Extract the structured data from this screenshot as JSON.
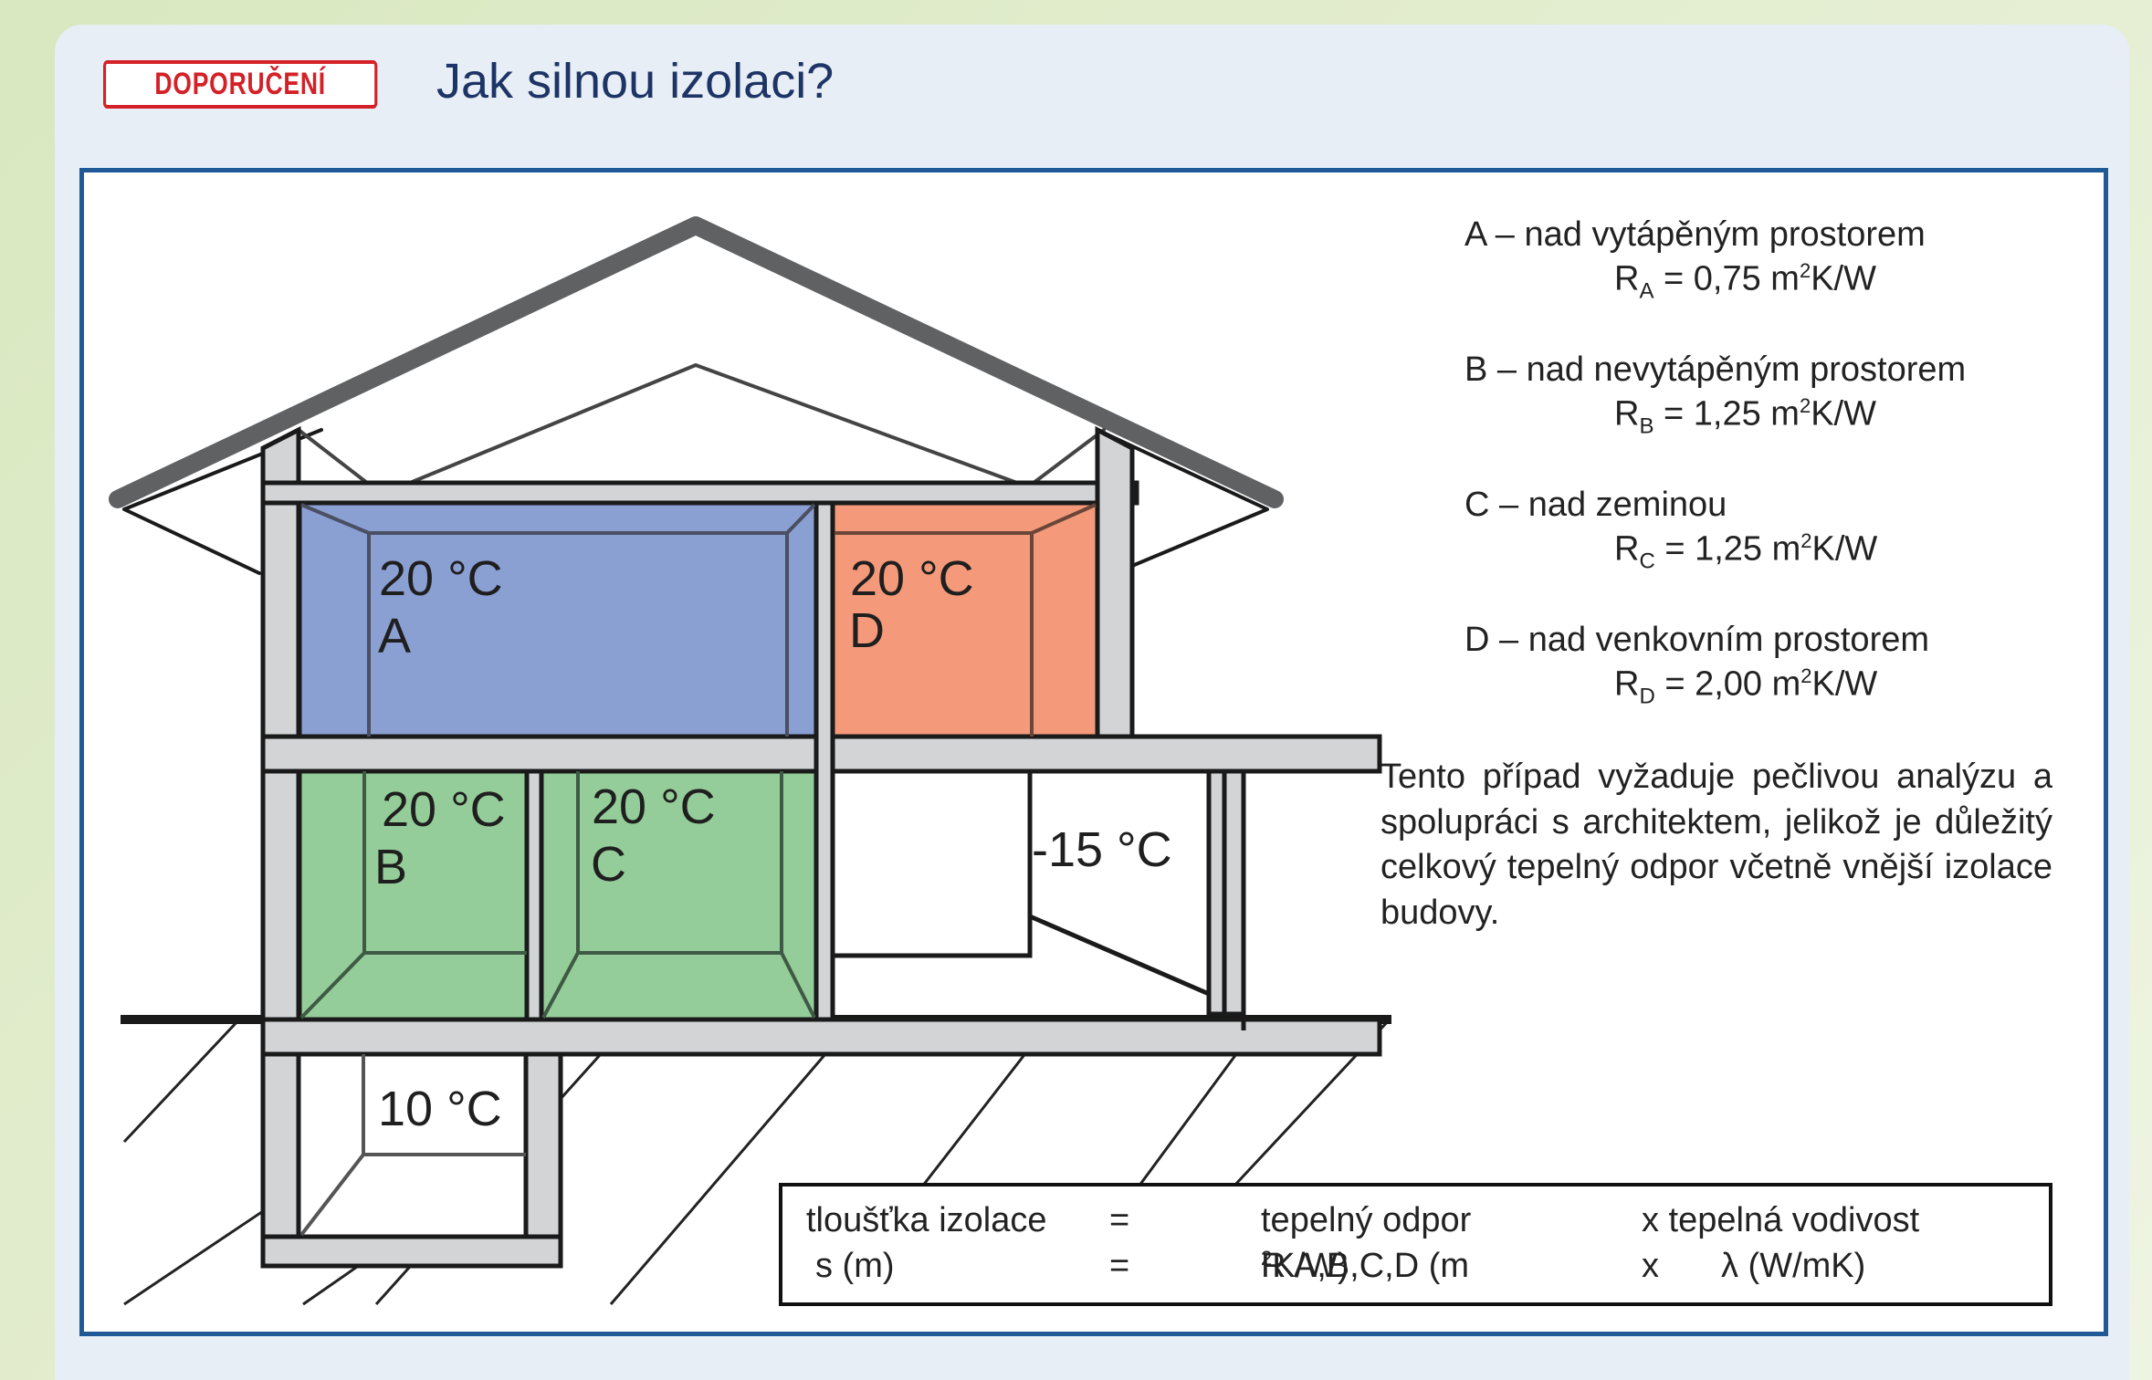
{
  "header": {
    "badge": "DOPORUČENÍ",
    "title": "Jak silnou izolaci?"
  },
  "rooms": {
    "a_temp": "20 °C",
    "a_label": "A",
    "d_temp": "20 °C",
    "d_label": "D",
    "b_temp": "20 °C",
    "b_label": "B",
    "c_temp": "20 °C",
    "c_label": "C",
    "outdoor_temp": "-15 °C",
    "cellar_temp": "10 °C"
  },
  "legend": [
    {
      "title": "A – nad vytápěným prostorem",
      "r_sym": "R",
      "r_sub": "A",
      "r_val": "= 0,75 m",
      "r_sup": "2",
      "r_unit": "K/W"
    },
    {
      "title": "B – nad nevytápěným prostorem",
      "r_sym": "R",
      "r_sub": "B",
      "r_val": "= 1,25 m",
      "r_sup": "2",
      "r_unit": "K/W"
    },
    {
      "title": "C – nad zeminou",
      "r_sym": "R",
      "r_sub": "C",
      "r_val": "= 1,25 m",
      "r_sup": "2",
      "r_unit": "K/W"
    },
    {
      "title": "D – nad venkovním prostorem",
      "r_sym": "R",
      "r_sub": "D",
      "r_val": "= 2,00 m",
      "r_sup": "2",
      "r_unit": "K/W"
    }
  ],
  "note": "Tento případ vyžaduje pečlivou analýzu a spolupráci s architektem, jelikož je důležitý celkový tepelný odpor včetně vnější izolace budovy.",
  "formula": {
    "r1c1": "tloušťka izolace",
    "r1c2": "=",
    "r1c3": "tepelný odpor",
    "r1c4": "x tepelná vodivost",
    "r2c1": "s (m)",
    "r2c2": "=",
    "r2c3a": "R A,B,C,D (m",
    "r2c3sup": "2",
    "r2c3b": "K/W)",
    "r2c4x": "x",
    "r2c4": "λ (W/mK)"
  },
  "colors": {
    "room_a": "#8a9fd2",
    "room_d": "#f49a7a",
    "room_bc": "#95cd9a",
    "wall": "#d3d4d6",
    "roof": "#5f6163",
    "panel_border": "#1f5a96",
    "title": "#1d3466",
    "badge": "#d42027"
  }
}
